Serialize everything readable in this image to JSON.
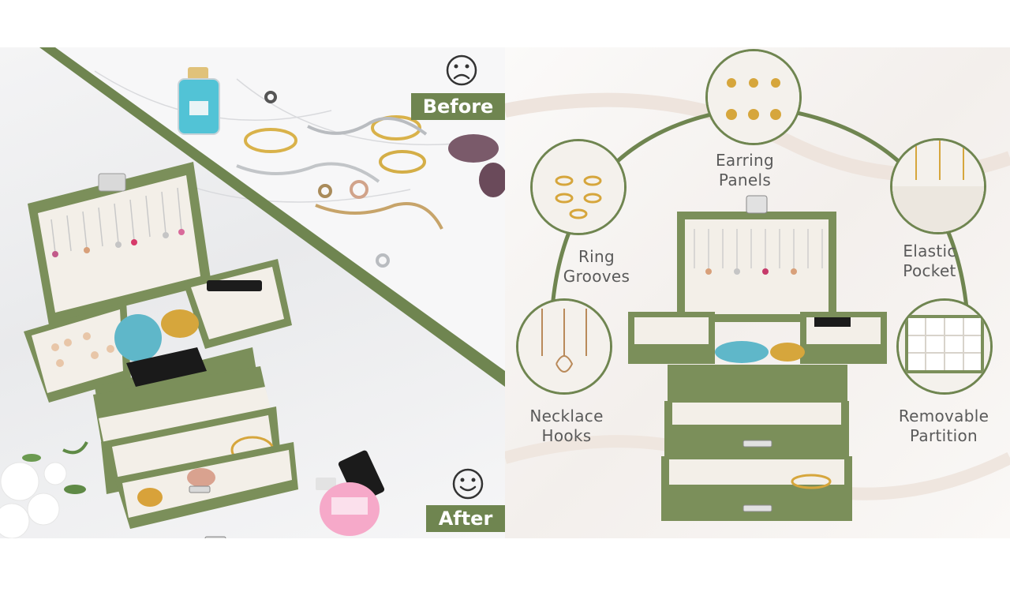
{
  "left_panel": {
    "before_label": "Before",
    "after_label": "After",
    "before_face": "sad-face-icon",
    "after_face": "happy-face-icon"
  },
  "right_panel": {
    "callouts": {
      "earring": "Earring\nPanels",
      "ring": "Ring\nGrooves",
      "elastic": "Elastic\nPocket",
      "necklace": "Necklace\nHooks",
      "partition": "Removable\nPartition"
    }
  },
  "colors": {
    "accent_green": "#6f8550",
    "box_green": "#7b8f5a",
    "lining": "#f3efe8"
  }
}
